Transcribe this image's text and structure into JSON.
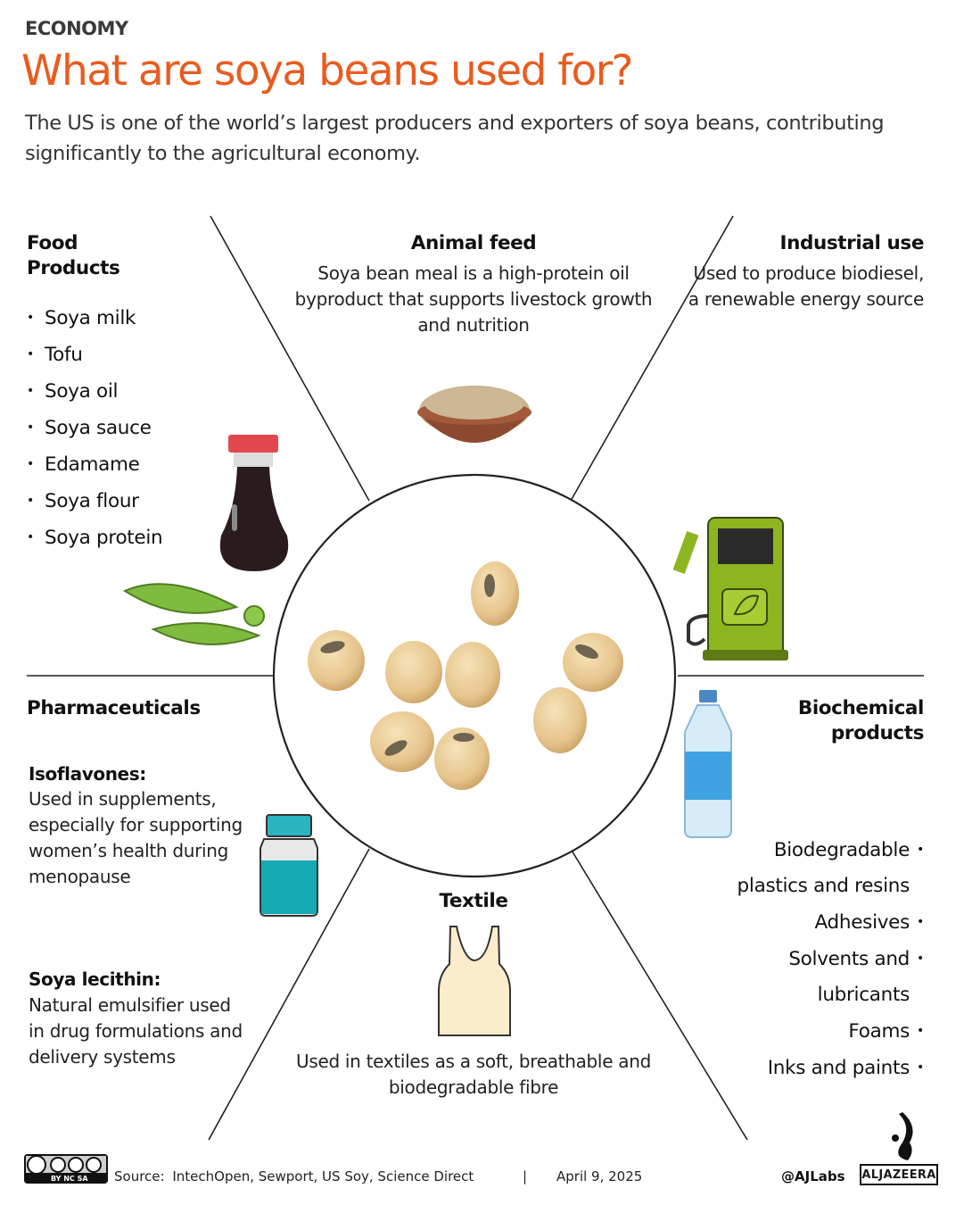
{
  "header": {
    "section": "ECONOMY",
    "title": "What are soya beans used for?",
    "subtitle": "The US is one of the world’s largest producers and exporters of soya beans, contributing significantly to the agricultural economy."
  },
  "food": {
    "heading": "Food Products",
    "items": [
      "Soya milk",
      "Tofu",
      "Soya oil",
      "Soya sauce",
      "Edamame",
      "Soya flour",
      "Soya protein"
    ]
  },
  "animal": {
    "heading": "Animal feed",
    "text": "Soya bean meal is a high-protein oil byproduct that supports livestock growth and nutrition"
  },
  "industrial": {
    "heading": "Industrial use",
    "text": "Used to produce biodiesel, a renewable energy source"
  },
  "pharma": {
    "heading": "Pharmaceuticals",
    "iso_heading": "Isoflavones:",
    "iso_text": "Used in supplements, especially for supporting women’s health during menopause",
    "lec_heading": "Soya lecithin:",
    "lec_text": "Natural emulsifier used in drug formulations and delivery systems"
  },
  "textile": {
    "heading": "Textile",
    "text": "Used in textiles as a soft, breathable and biodegradable fibre"
  },
  "biochemical": {
    "heading": "Biochemical products",
    "items": [
      "Biodegradable",
      "plastics and resins",
      "Adhesives",
      "Solvents and",
      "lubricants",
      "Foams",
      "Inks and paints"
    ]
  },
  "footer": {
    "license": "cc BY NC SA",
    "source_label": "Source:",
    "source": "IntechOpen, Sewport, US Soy, Science Direct",
    "separator": "|",
    "date": "April 9, 2025",
    "handle": "@AJLabs",
    "brand": "ALJAZEERA"
  },
  "colors": {
    "title": "#e85c1f",
    "pump": "#8db520",
    "bean": "#e9cc96"
  }
}
